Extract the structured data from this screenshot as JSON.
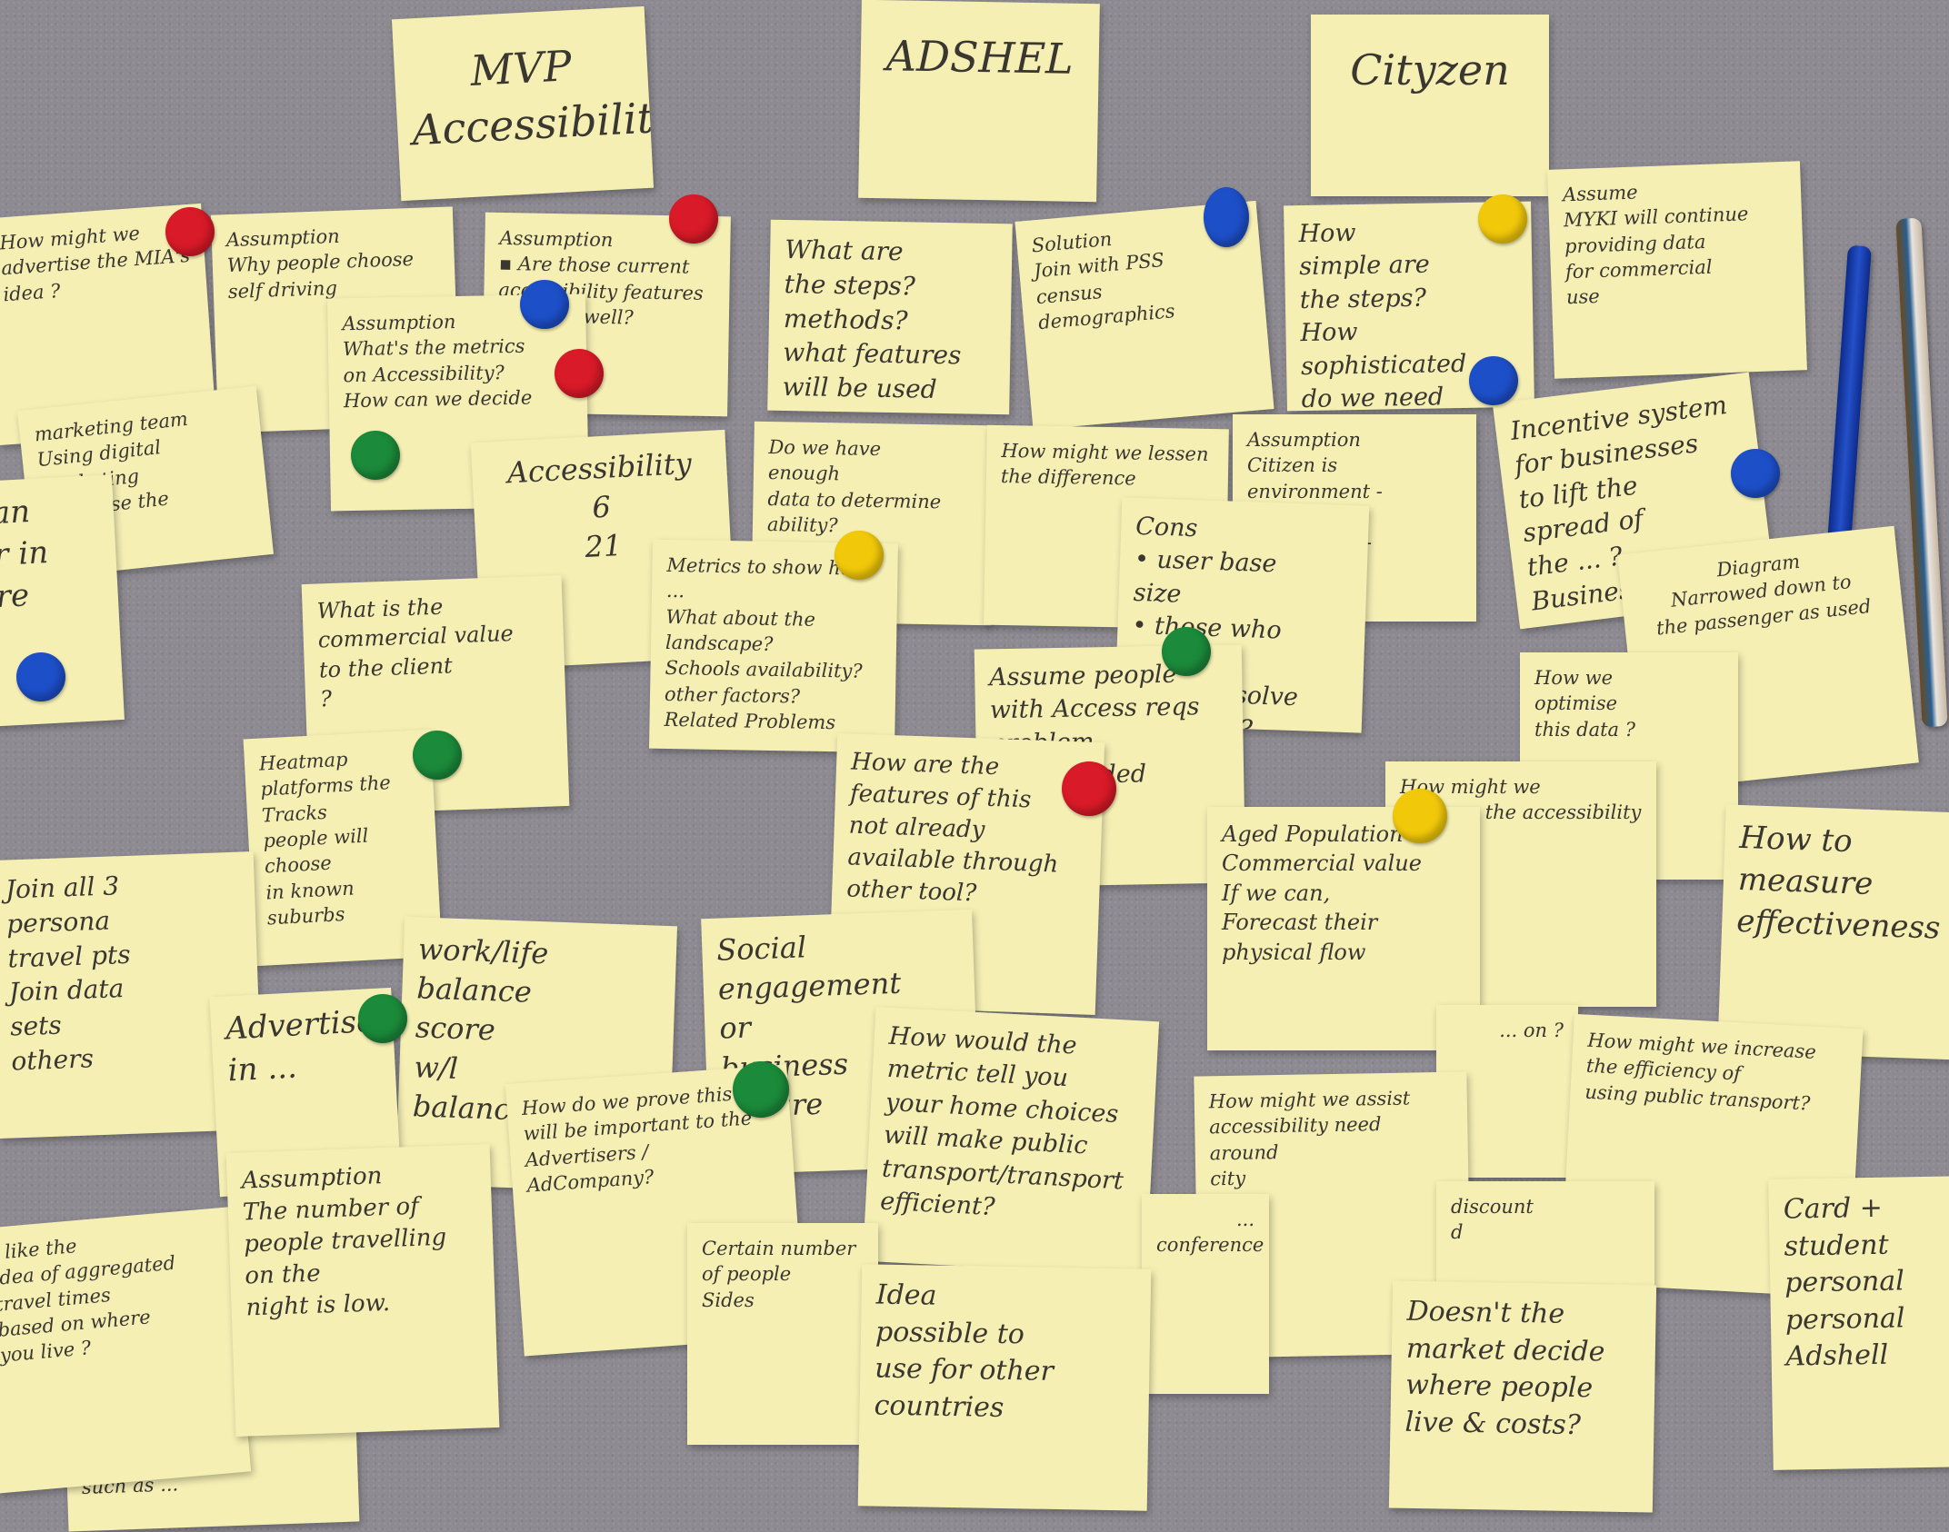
{
  "colors": {
    "carpet": "#8d8b91",
    "note": "#f5efb4",
    "red": "#d91a28",
    "blue": "#1d4fc9",
    "green": "#1b8a3a",
    "yellow": "#f2c90a"
  },
  "headers": {
    "mvp": "MVP\nAccessibility",
    "adshel": "ADSHEL",
    "cityzen": "Cityzen"
  },
  "notes": {
    "n_left_top": "How might we\nadvertise the MIA's\nidea ?",
    "n_assump1": "Assumption\nWhy people choose\nself driving",
    "n_assump2": "Assumption\n▪ Are those current\naccessibility features\nworking well?",
    "n_steps_methods": "What are\nthe steps?\nmethods?\nwhat features\nwill be used\nin current\ndataset",
    "n_solution": "Solution\nJoin with PSS\ncensus\ndemographics",
    "n_how_simple": "How\nsimple are\nthe steps?\nHow sophisticated\ndo we need\nto go to\ndeliver",
    "n_myki": "Assume\nMYKI will continue\nproviding data\nfor commercial\nuse",
    "n_metrics": "Assumption\nWhat's the metrics\non Accessibility?\nHow can we decide",
    "n_marketing": "marketing team\nUsing digital marketing\nadvertise the\nideas",
    "n_do_we_have": "Do we have\nenough\ndata to determine\nability?",
    "n_lessen": "How might we lessen\nthe difference",
    "n_citizen": "Assumption\nCitizen is\nenvironment -\nwant to\nsee the imm-",
    "n_incentive": "Incentive system\nfor businesses\nto lift the\nspread of\nthe ... ?\nBusiness",
    "n_accessibility": "Accessibility\n6\n21",
    "n_landscape": "Metrics to show how ...\nWhat about the landscape?\nSchools availability?\nother factors?\nRelated Problems",
    "n_cons": "Cons\n• user base\nsize\n• those who\ndo not\nuse it ← solve\nfor these?",
    "n_commercial_value": "What is the\ncommercial value\nto the client\n?",
    "n_far_left": "an\nr in\nre",
    "n_diagram": "Diagram\nNarrowed down to\nthe passenger as used",
    "n_assume_people": "Assume people\nwith Access reqs\nproblem\nnot included\nsituation",
    "n_features": "How are the\nfeatures of this\nnot already\navailable through\nother tool?",
    "n_optimise": "How we\noptimise\nthis data ?",
    "n_aged": "Aged Population\nCommercial value\nIf we can,\nForecast their physical flow",
    "n_might_access": "How might we\nimprove the accessibility",
    "n_measure": "How to\nmeasure\neffectiveness",
    "n_heatmap": "Heatmap\nplatforms the Tracks\npeople will choose\nin known suburbs",
    "n_join_all_3": "Join all 3\npersona\ntravel pts\nJoin data\nsets\nothers",
    "n_work_life": "work/life\nbalance\nscore\nw/l\nbalance",
    "n_social": "Social\nengagement\nor\nbusiness\nsquare",
    "n_advertise": "Advertise\nin ...",
    "n_prove": "How do we prove this\nwill be important to the\nAdvertisers / AdCompany?",
    "n_metric_tell": "How would the\nmetric tell you\nyour home choices\nwill make public\ntransport/transport\nefficient?",
    "n_assist": "How might we assist\naccessibility need around\ncity",
    "n_efficiency": "How might we increase\nthe efficiency of\nusing public transport?",
    "n_aggregated": "I like the\nidea of aggregated\ntravel times\nbased on where\nyou live ?",
    "n_num_people": "Assumption\nThe number of\npeople travelling on the\nnight is low.",
    "n_certain": "Certain number of people\nSides",
    "n_possible": "Idea\npossible to\nuse for other\ncountries",
    "n_market_decide": "Doesn't the\nmarket decide\nwhere people\nlive & costs?",
    "n_card": "Card +\nstudent\npersonal\npersonal\nAdshell",
    "n_discount": "discount\nd",
    "n_right_now": "right now?\nsuch as ... ",
    "n_misc_1": "... on ?",
    "n_misc_2": "... conference"
  }
}
